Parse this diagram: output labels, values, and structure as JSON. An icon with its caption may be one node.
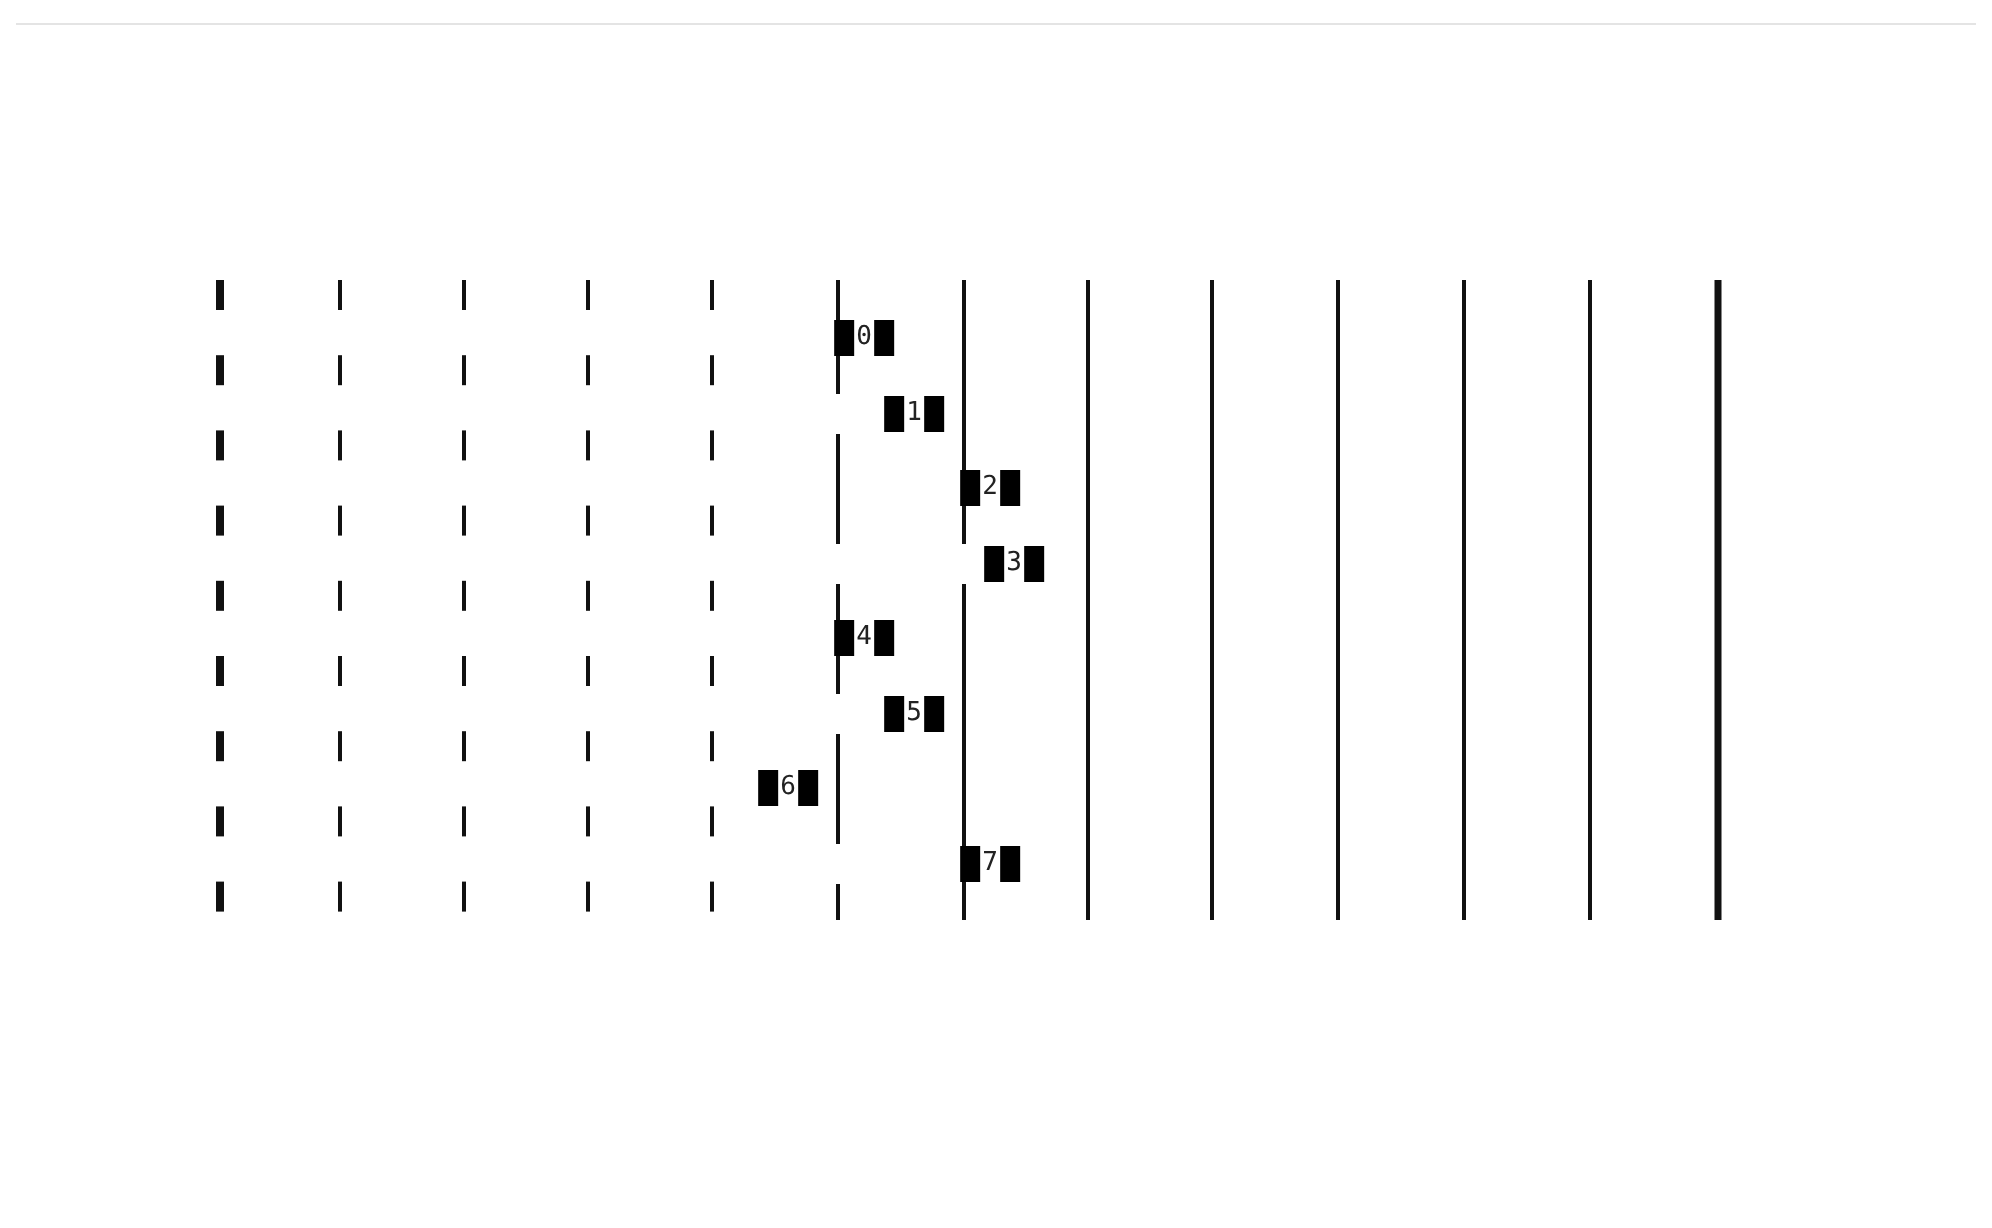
{
  "diagram": {
    "labels": [
      "0",
      "1",
      "2",
      "3",
      "4",
      "5",
      "6",
      "7"
    ]
  }
}
